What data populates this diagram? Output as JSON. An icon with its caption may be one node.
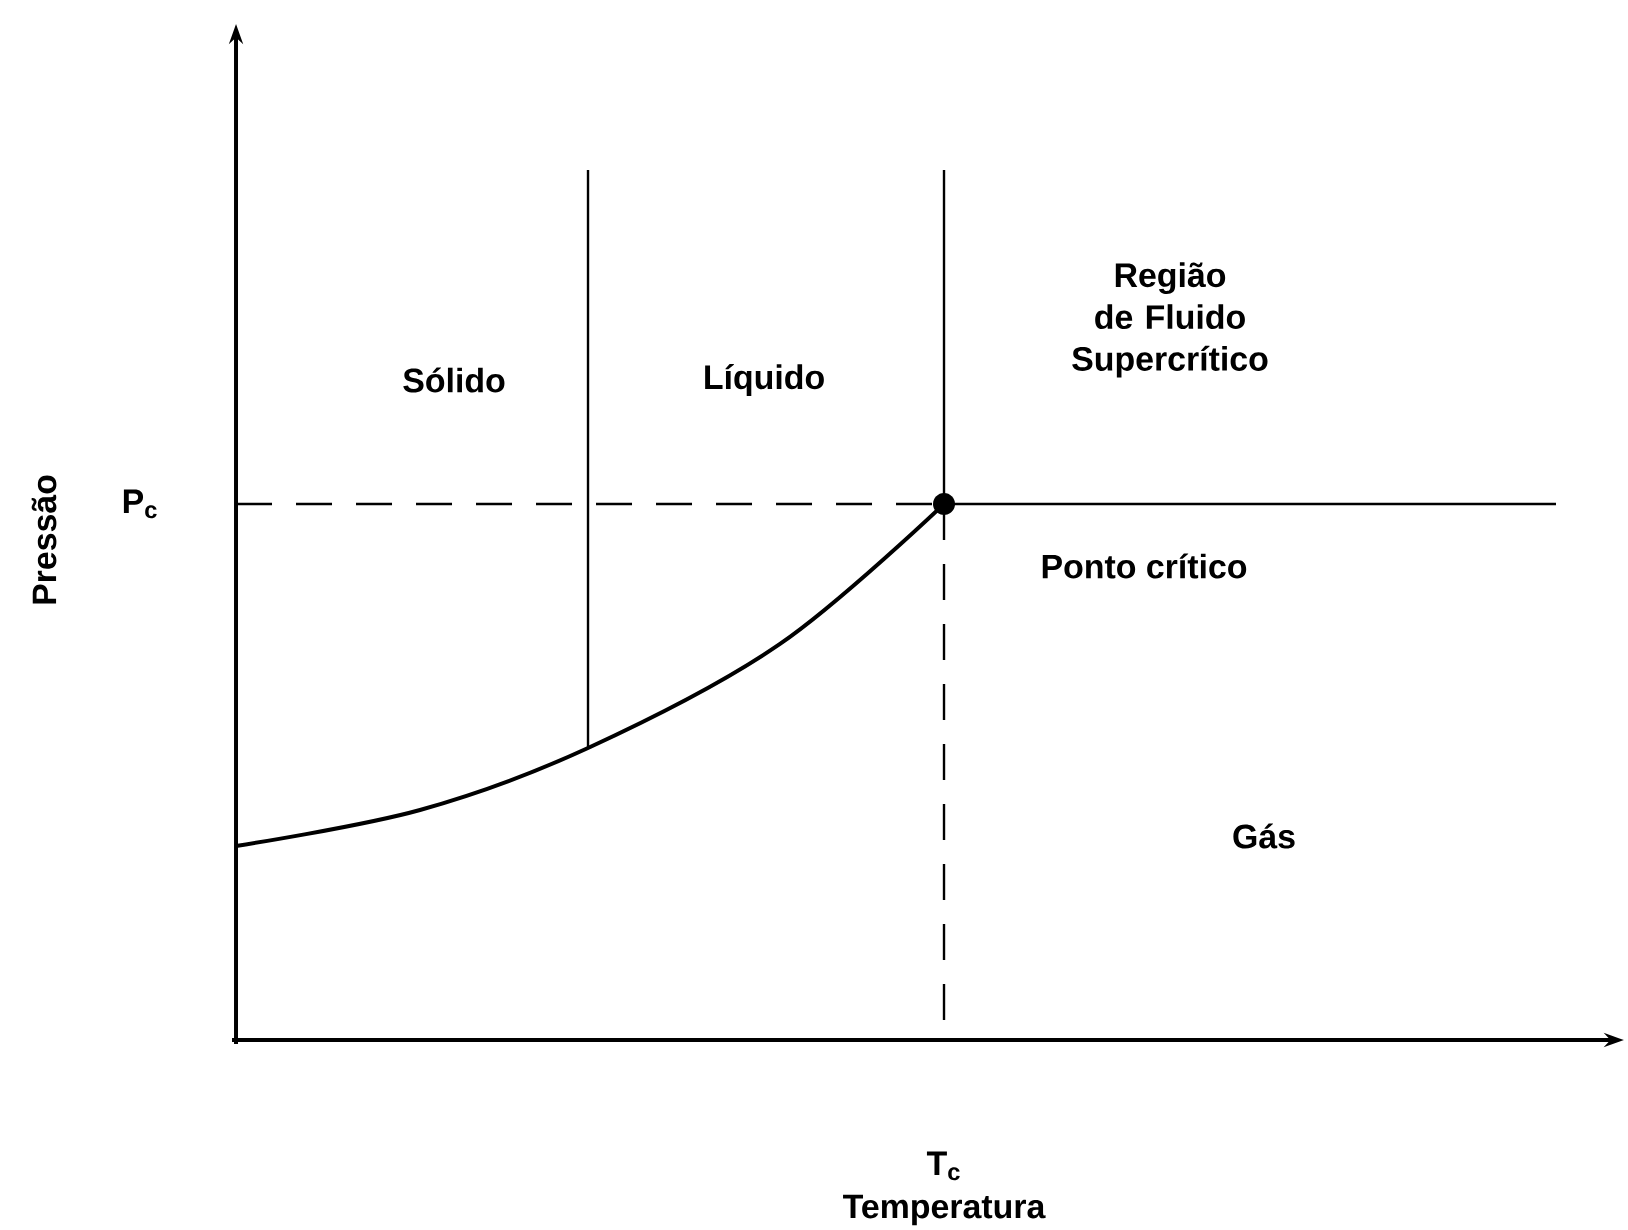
{
  "diagram": {
    "labels": [
      "Sólido",
      "Líquido",
      "Região de Fluido Supercrítico",
      "P$_{c}$",
      "Ponto crítico",
      "Gás",
      "T$_{c}$",
      "Pressão",
      "Temperatura"
    ]
  }
}
